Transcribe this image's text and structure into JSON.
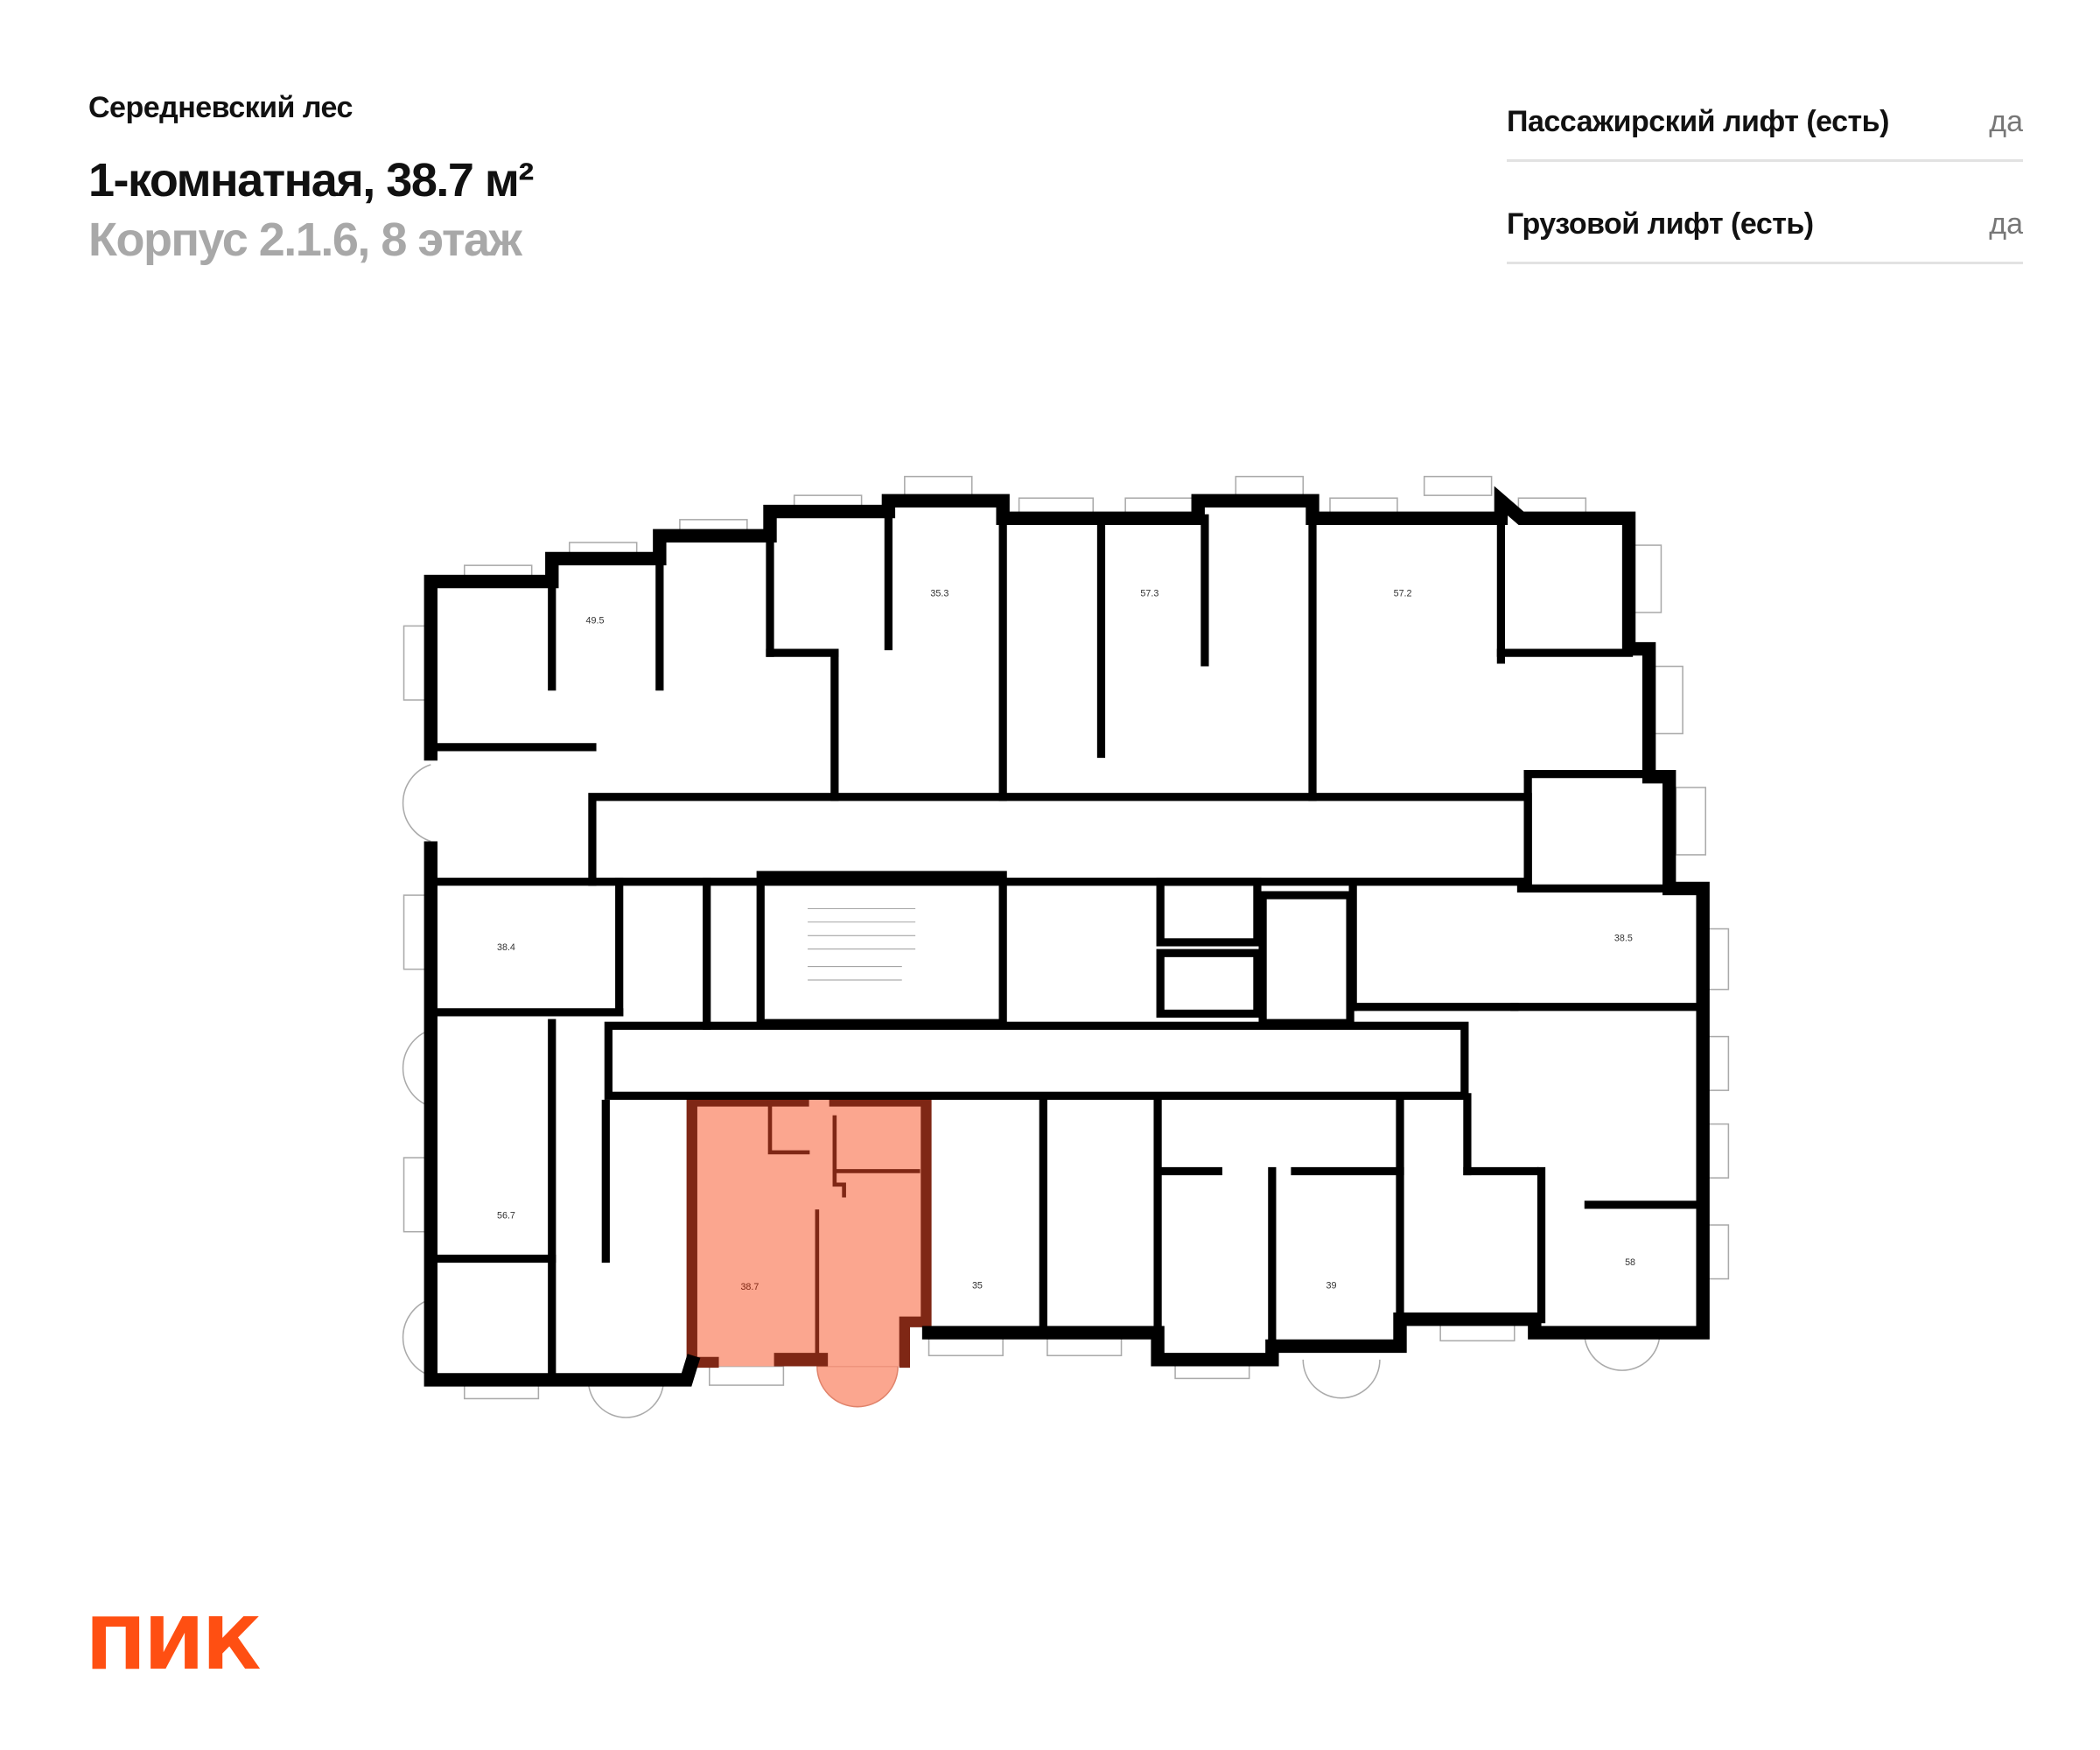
{
  "header": {
    "project": "Середневский лес",
    "title": "1-комнатная, 38.7 м²",
    "subtitle": "Корпус 2.1.6, 8 этаж"
  },
  "properties": [
    {
      "label": "Пассажирский лифт (есть)",
      "value": "да"
    },
    {
      "label": "Грузовой лифт (есть)",
      "value": "да"
    }
  ],
  "plan": {
    "highlight_color": "#fba68f",
    "highlight_wall_color": "#7f2715",
    "selected_area": "38.7",
    "areas": [
      "49.5",
      "35.3",
      "57.3",
      "57.2",
      "38.4",
      "38.5",
      "56.7",
      "35",
      "39",
      "58"
    ]
  },
  "logo": {
    "text": "ПИК",
    "color": "#ff4f12"
  }
}
